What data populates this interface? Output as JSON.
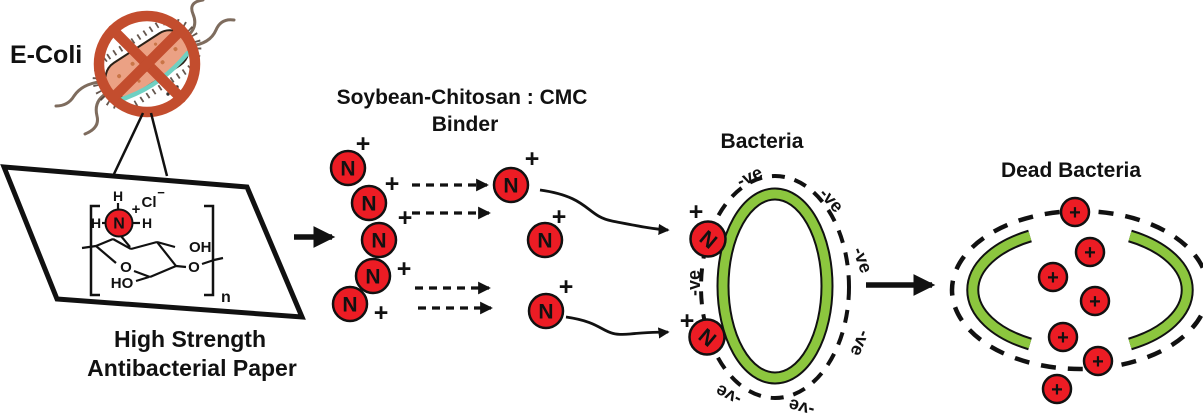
{
  "ecoli": {
    "label": "E-Coli"
  },
  "paper": {
    "label_line1": "High Strength",
    "label_line2": "Antibacterial Paper",
    "structure": {
      "h": "H",
      "cl": "Cl",
      "minus": "−",
      "o": "O",
      "oh": "OH",
      "ho": "HO",
      "subscript_n": "n"
    }
  },
  "binder": {
    "title_line1": "Soybean-Chitosan : CMC",
    "title_line2": "Binder"
  },
  "bacteria": {
    "title": "Bacteria",
    "charge_label": "-ve"
  },
  "dead_bacteria": {
    "title": "Dead Bacteria"
  },
  "symbols": {
    "nitrogen": "N",
    "plus": "+"
  },
  "colors": {
    "ion_red": "#ec1c24",
    "membrane_green": "#8cc63e",
    "prohibition_red": "#c34d2e",
    "bacteria_body": "#eba184",
    "speckle": "#c97547",
    "flagella": "#7e6c5e",
    "line_black": "#111111"
  }
}
